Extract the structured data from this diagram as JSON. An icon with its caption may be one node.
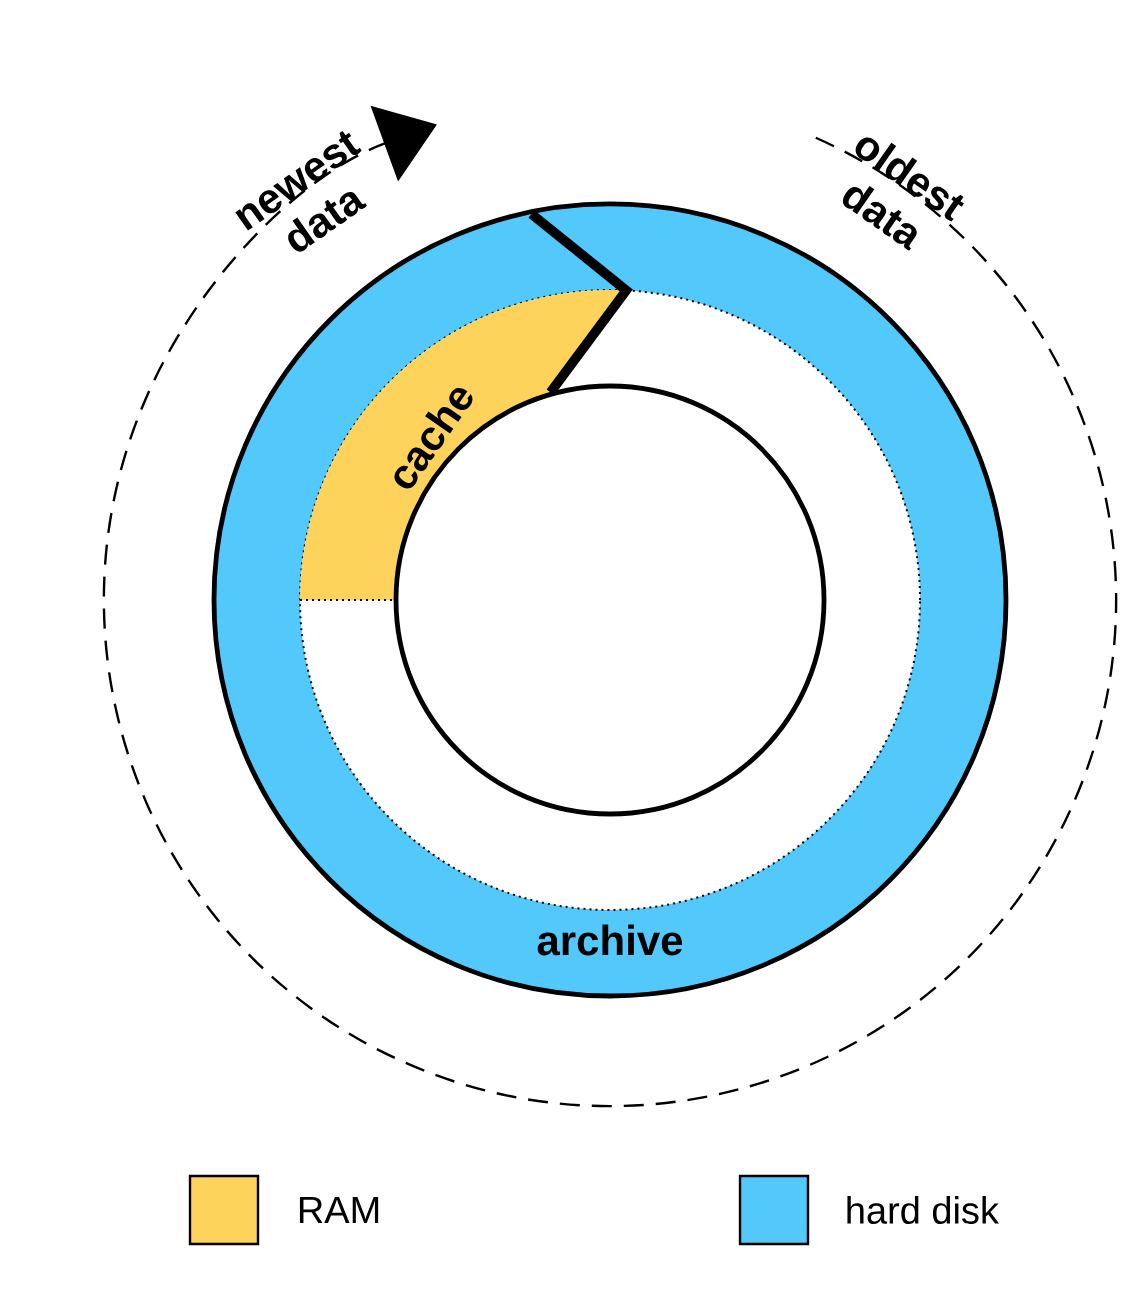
{
  "diagram": {
    "nodes": [
      {
        "text": [
          "newest data"
        ]
      },
      {
        "text": [
          "oldest data"
        ]
      },
      {
        "text": [
          "archive"
        ]
      },
      {
        "text": [
          "cache"
        ],
        "in": 2
      },
      {
        "text": [],
        "shape": "circle",
        "in": 2
      }
    ],
    "edges": [
      {
        "from": 1,
        "to": 0,
        "arrow": "to",
        "style": "dashed"
      }
    ],
    "legend": [
      {
        "text": "RAM",
        "color": "#fdd35b"
      },
      {
        "text": "hard disk",
        "color": "#52c8fb"
      }
    ]
  }
}
